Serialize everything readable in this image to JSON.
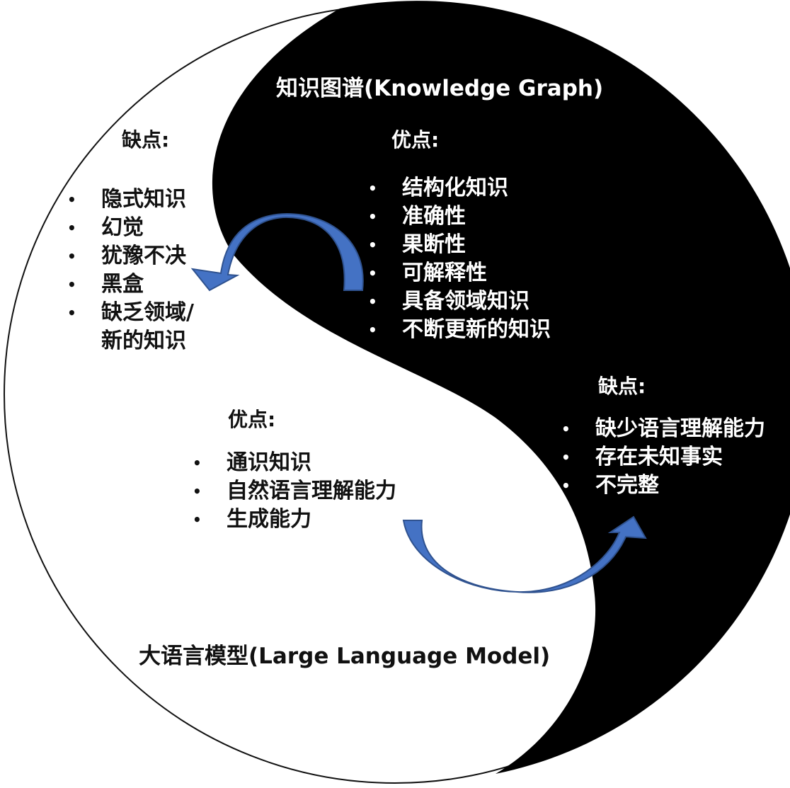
{
  "kg": {
    "title": "知识图谱(Knowledge Graph)",
    "pros_heading": "优点:",
    "pros": [
      "结构化知识",
      "准确性",
      "果断性",
      "可解释性",
      "具备领域知识",
      "不断更新的知识"
    ],
    "cons_heading": "缺点:",
    "cons": [
      "缺少语言理解能力",
      "存在未知事实",
      "不完整"
    ]
  },
  "llm": {
    "title": "大语言模型(Large Language Model)",
    "cons_heading": "缺点:",
    "cons": [
      "隐式知识",
      "幻觉",
      "犹豫不决",
      "黑盒"
    ],
    "cons_last_line1": "缺乏领域/",
    "cons_last_line2": "新的知识",
    "pros_heading": "优点:",
    "pros": [
      "通识知识",
      "自然语言理解能力",
      "生成能力"
    ]
  },
  "bullet_symbol": "•",
  "colors": {
    "dark_half": "#000000",
    "light_half": "#ffffff",
    "arrow_fill": "#4472c4",
    "arrow_stroke": "#2f528f"
  }
}
